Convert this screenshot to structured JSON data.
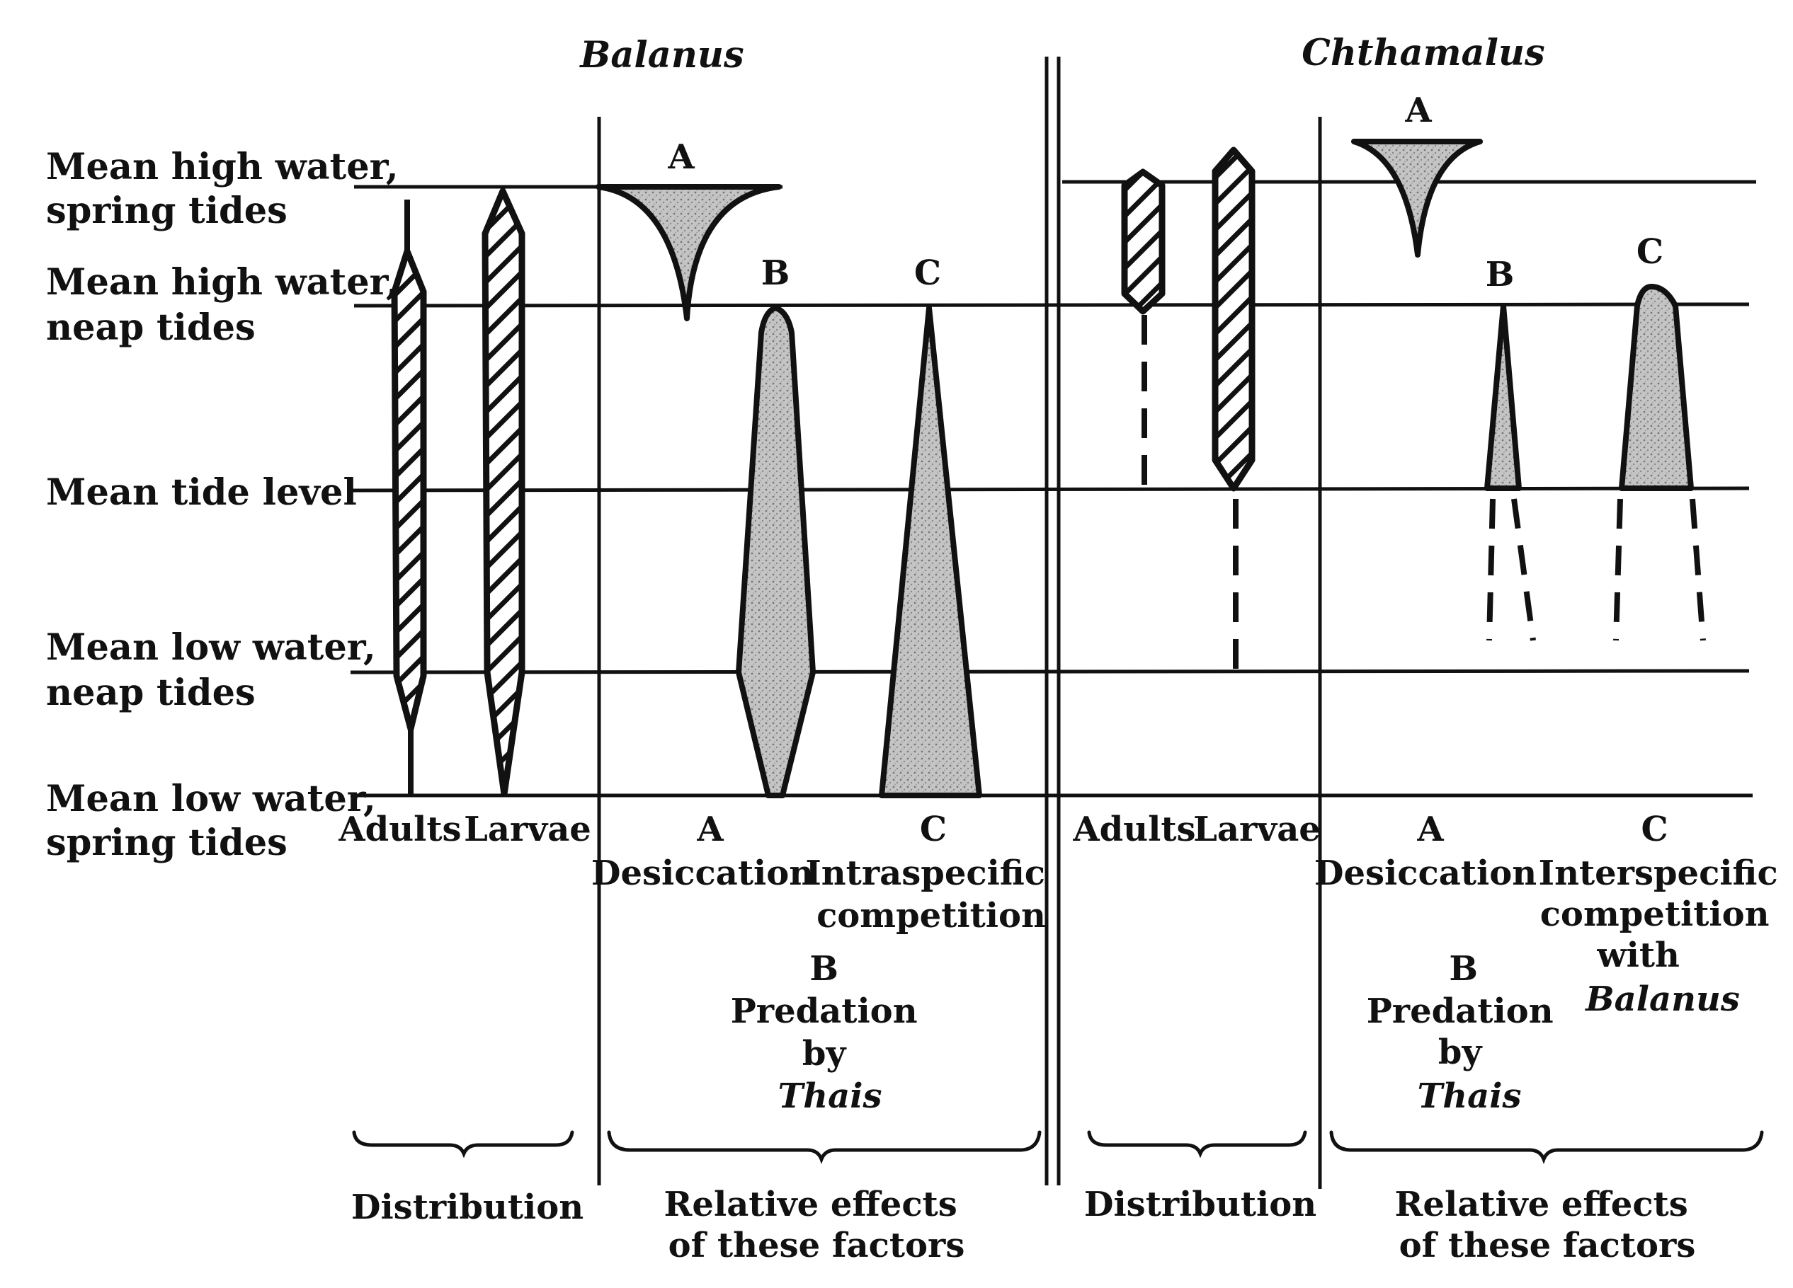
{
  "species": {
    "balanus": "Balanus",
    "chthamalus": "Chthamalus"
  },
  "levels": {
    "mhw_spring": [
      "Mean high water,",
      "spring tides"
    ],
    "mhw_neap": [
      "Mean high water,",
      "neap tides"
    ],
    "mean_tide": [
      "Mean tide level"
    ],
    "mlw_neap": [
      "Mean low water,",
      "neap tides"
    ],
    "mlw_spring": [
      "Mean low water,",
      "spring tides"
    ]
  },
  "distribution": {
    "adults": "Adults",
    "larvae": "Larvae",
    "footer": "Distribution"
  },
  "factors": {
    "a_letter": "A",
    "b_letter": "B",
    "c_letter": "C",
    "a_label": "Desiccation",
    "b_lines": [
      "Predation",
      "by"
    ],
    "b_species": "Thais",
    "balanus_c_lines": [
      "Intraspecific",
      "competition"
    ],
    "chthamalus_c_lines": [
      "Interspecific",
      "competition",
      "with"
    ],
    "chthamalus_c_species": "Balanus",
    "footer": [
      "Relative effects",
      "of these factors"
    ]
  },
  "colors": {
    "ink": "#111111",
    "stipple": "#b8b8b8",
    "background": "#ffffff"
  }
}
